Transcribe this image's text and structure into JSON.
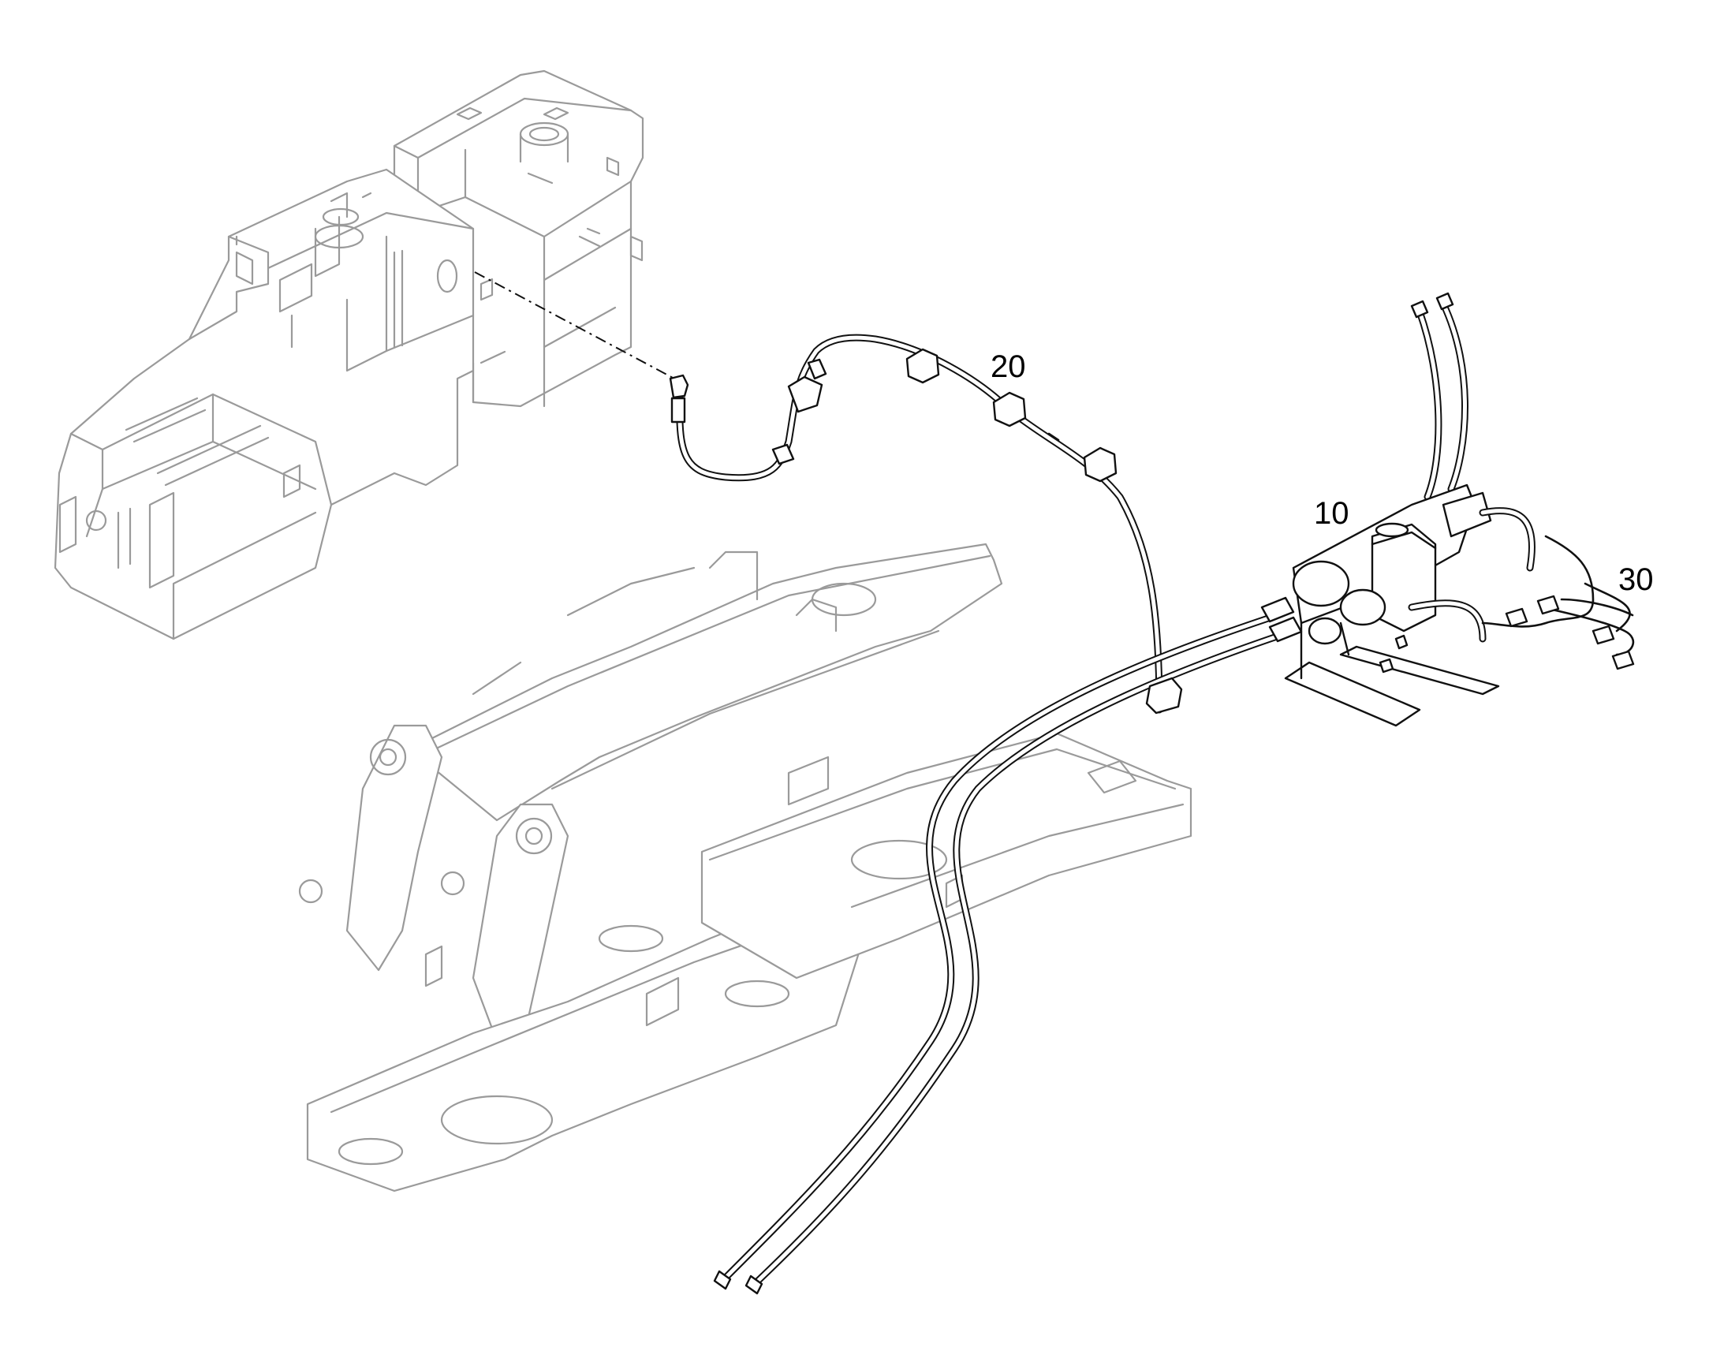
{
  "callouts": {
    "item_10": "10",
    "item_20": "20",
    "item_30": "30"
  },
  "colors": {
    "background": "#ffffff",
    "machine_outline": "#9a9a9a",
    "assembly_outline": "#111111"
  }
}
